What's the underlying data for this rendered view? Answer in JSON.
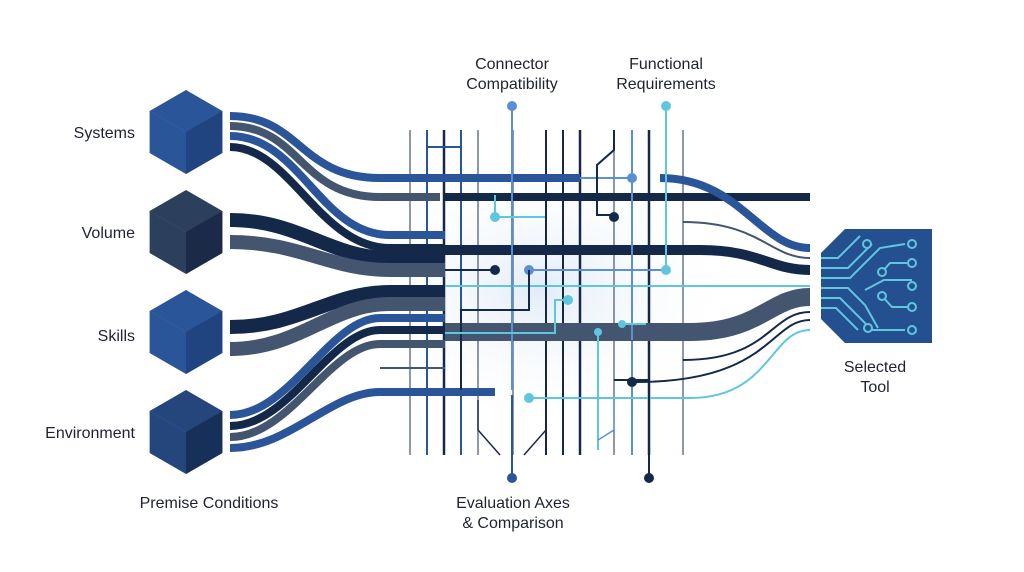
{
  "inputs": [
    {
      "label": "Systems",
      "color": "#2a5598"
    },
    {
      "label": "Volume",
      "color": "#2c3f5c"
    },
    {
      "label": "Skills",
      "color": "#2a5598"
    },
    {
      "label": "Environment",
      "color": "#24467c"
    }
  ],
  "labels": {
    "premise": "Premise Conditions",
    "connector": "Connector\nCompatibility",
    "connector_line1": "Connector",
    "connector_line2": "Compatibility",
    "functional_line1": "Functional",
    "functional_line2": "Requirements",
    "evaluation_line1": "Evaluation Axes",
    "evaluation_line2": "& Comparison",
    "output_line1": "Selected",
    "output_line2": "Tool"
  },
  "colors": {
    "blue": "#2a5598",
    "navy": "#14284a",
    "slate": "#44556f",
    "light_blue": "#5a8fd6",
    "cyan": "#5fc6e0",
    "chip": "#24508f",
    "text": "#1f2330"
  }
}
